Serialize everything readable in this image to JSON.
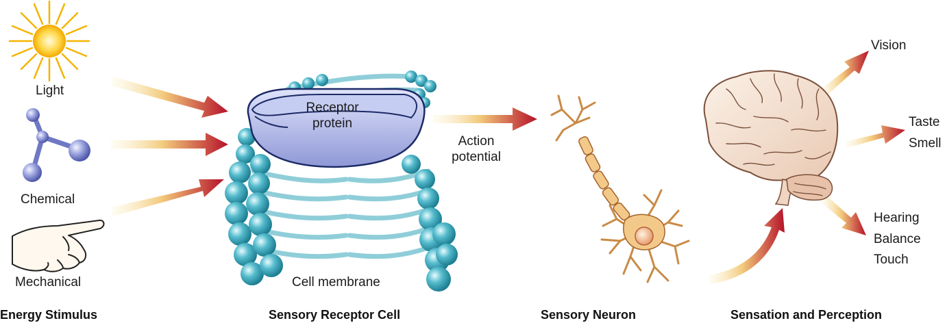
{
  "stimuli": {
    "light": "Light",
    "chemical": "Chemical",
    "mechanical": "Mechanical"
  },
  "receptor": {
    "protein_line1": "Receptor",
    "protein_line2": "protein",
    "membrane": "Cell membrane"
  },
  "action_potential": {
    "line1": "Action",
    "line2": "potential"
  },
  "outputs": {
    "vision": "Vision",
    "taste": "Taste",
    "smell": "Smell",
    "hearing": "Hearing",
    "balance": "Balance",
    "touch": "Touch"
  },
  "captions": {
    "energy_stimulus": "Energy Stimulus",
    "sensory_receptor_cell": "Sensory Receptor Cell",
    "sensory_neuron": "Sensory Neuron",
    "sensation_perception": "Sensation and Perception"
  },
  "icons": [
    "sun-icon",
    "molecule-icon",
    "pointing-hand-icon",
    "brain-icon",
    "neuron-icon"
  ],
  "colors": {
    "arrow_start": "#f9e6a6",
    "arrow_end": "#b5122a",
    "membrane_teal": "#3fa7b9",
    "protein_blue": "#aab3e6",
    "neuron_tan": "#f3c98a",
    "brain_beige": "#f4e2d0"
  }
}
